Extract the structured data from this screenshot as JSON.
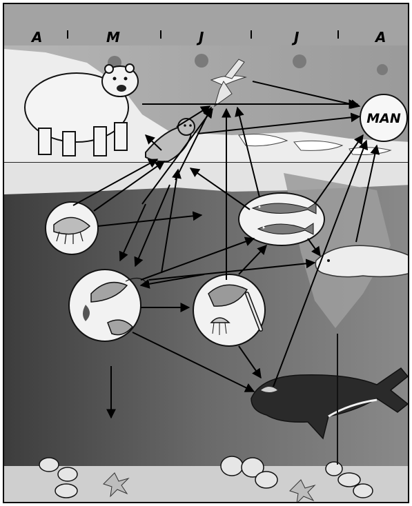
{
  "months": [
    "A",
    "M",
    "J",
    "J",
    "A"
  ],
  "man_label": "MAN",
  "colors": {
    "sky": "#a9a9a9",
    "ice": "#f2f2f2",
    "water_top": "#6e6e6e",
    "water_deep": "#4a4a4a",
    "seafloor": "#cfcfcf",
    "arrow": "#000000"
  },
  "organisms": [
    {
      "id": "polar-bear",
      "icon": "polar-bear-icon"
    },
    {
      "id": "seal",
      "icon": "seal-icon"
    },
    {
      "id": "arctic-tern",
      "icon": "bird-icon"
    },
    {
      "id": "man",
      "icon": "man-node"
    },
    {
      "id": "amphipod",
      "icon": "amphipod-icon"
    },
    {
      "id": "arctic-cod",
      "icon": "fish-icon"
    },
    {
      "id": "copepods",
      "icon": "copepod-icon"
    },
    {
      "id": "zooplankton",
      "icon": "shrimp-jellyfish-icon"
    },
    {
      "id": "beluga",
      "icon": "beluga-icon"
    },
    {
      "id": "bowhead-whale",
      "icon": "whale-icon"
    },
    {
      "id": "benthos",
      "icon": "clam-starfish-icon"
    }
  ]
}
